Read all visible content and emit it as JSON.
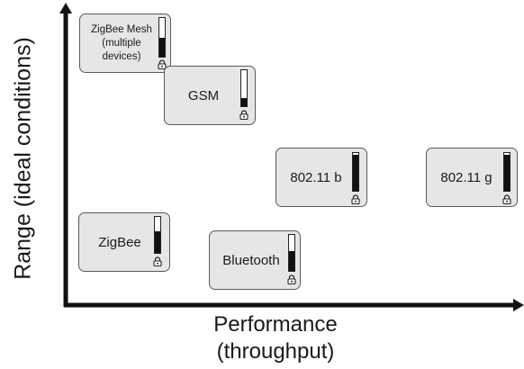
{
  "axes": {
    "y_label": "Range (ideal conditions)",
    "x_label_line1": "Performance",
    "x_label_line2": "(throughput)"
  },
  "cards": [
    {
      "label": "ZigBee Mesh\n(multiple\ndevices)",
      "meter_level": 0.5,
      "icon": "lock-icon"
    },
    {
      "label": "GSM",
      "meter_level": 0.22,
      "icon": "lock-icon"
    },
    {
      "label": "802.11 b",
      "meter_level": 0.95,
      "icon": "lock-icon"
    },
    {
      "label": "802.11 g",
      "meter_level": 0.95,
      "icon": "lock-icon"
    },
    {
      "label": "ZigBee",
      "meter_level": 0.6,
      "icon": "lock-icon"
    },
    {
      "label": "Bluetooth",
      "meter_level": 0.55,
      "icon": "lock-icon"
    }
  ],
  "colors": {
    "card_fill": "#e6e6e6",
    "card_border": "#5a5a5a",
    "meter_fill": "#111111",
    "axis": "#111111"
  }
}
